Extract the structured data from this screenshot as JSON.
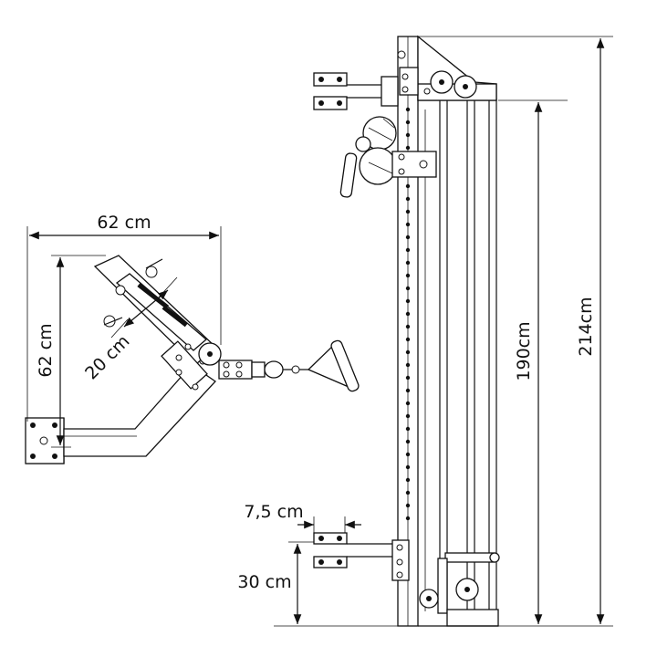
{
  "diagram": {
    "colors": {
      "line": "#111111",
      "background": "#ffffff"
    },
    "dimensions": {
      "arm_width": "62 cm",
      "arm_height": "62 cm",
      "arm_slot": "20 cm",
      "frame_total_height": "214cm",
      "frame_inner_height": "190cm",
      "bracket_width": "7,5 cm",
      "bracket_height": "30 cm"
    }
  }
}
